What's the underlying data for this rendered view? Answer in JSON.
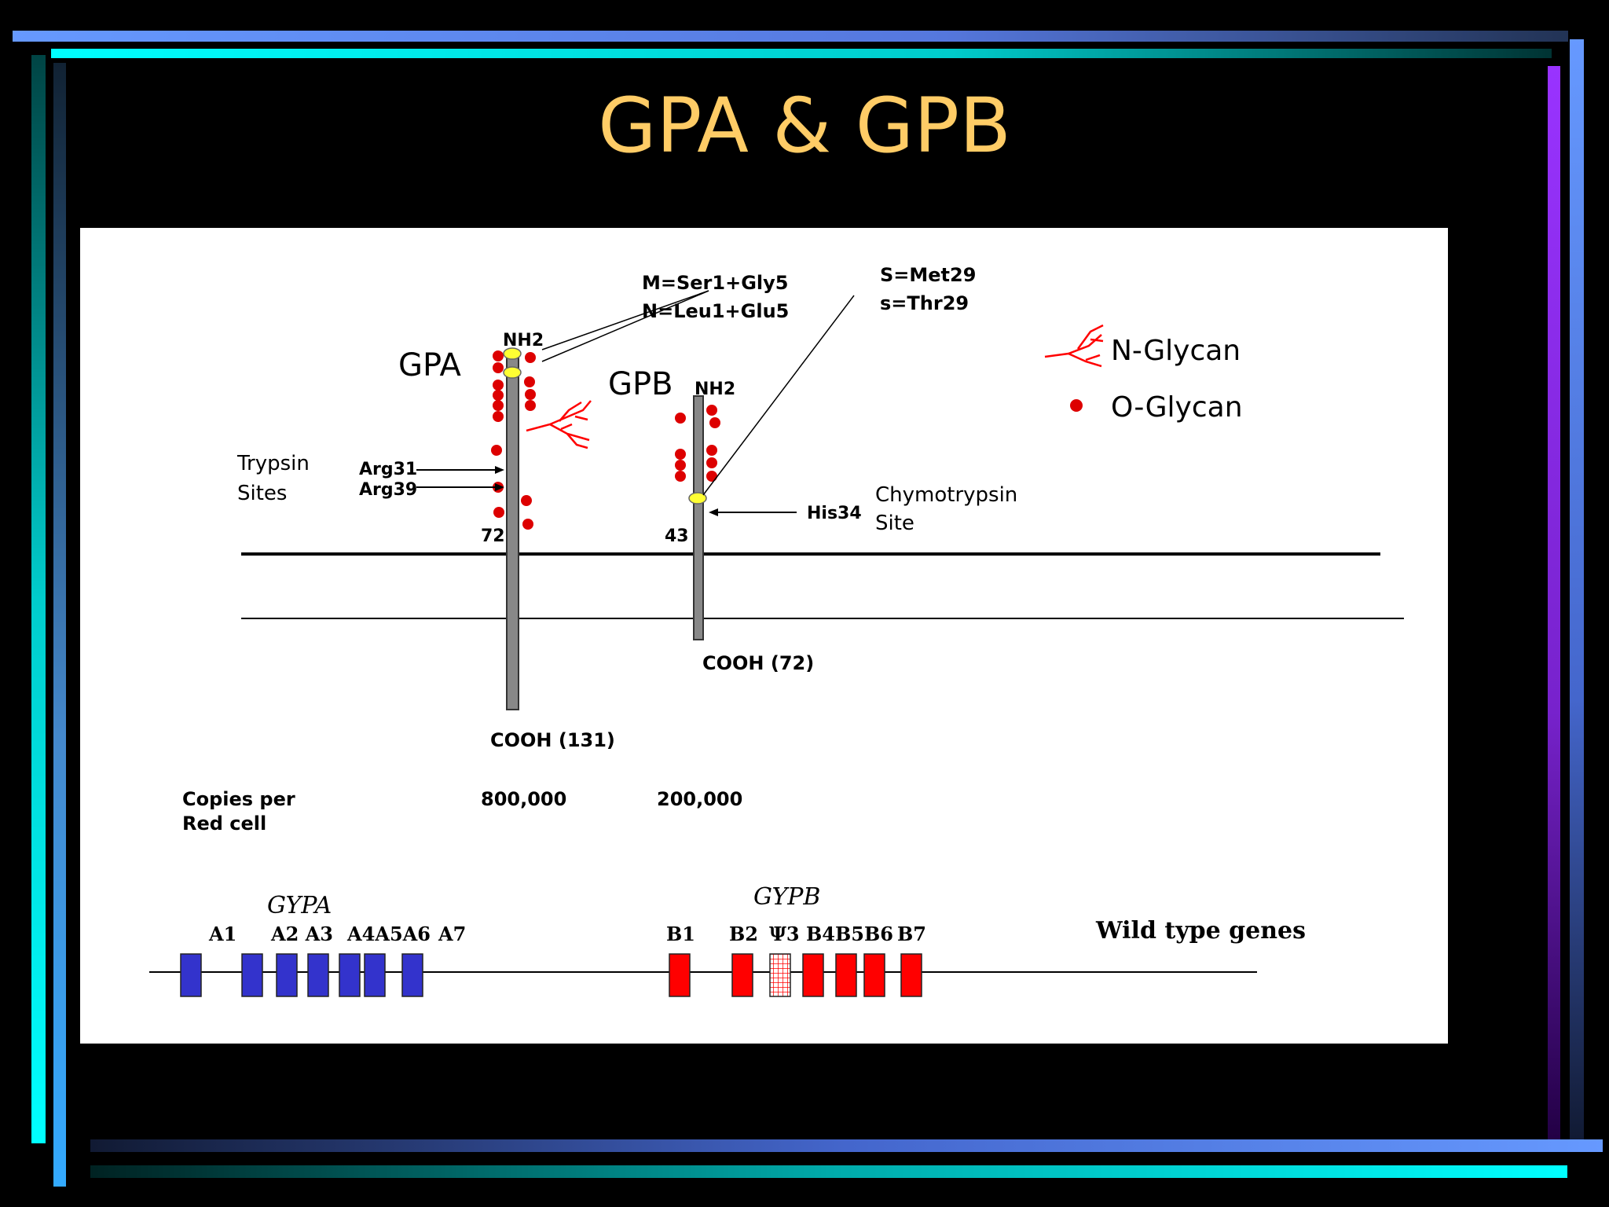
{
  "slide": {
    "title": "GPA & GPB",
    "frame_colors": {
      "blue_bar": "#6699ff",
      "cyan_bar": "#00ffff",
      "purple_bar": "#9933ff"
    }
  },
  "diagram": {
    "proteins": [
      {
        "name": "GPA",
        "n_term": "NH2",
        "c_term": "COOH (131)",
        "membrane_residue": "72",
        "copies": "800,000"
      },
      {
        "name": "GPB",
        "n_term": "NH2",
        "c_term": "COOH (72)",
        "membrane_residue": "43",
        "copies": "200,000"
      }
    ],
    "annotations": {
      "mn_line1": "M=Ser1+Gly5",
      "mn_line2": "N=Leu1+Glu5",
      "ss_line1": "S=Met29",
      "ss_line2": "s=Thr29",
      "trypsin_line1": "Trypsin",
      "trypsin_line2": "Sites",
      "arg31": "Arg31",
      "arg39": "Arg39",
      "his34": "His34",
      "chymo_line1": "Chymotrypsin",
      "chymo_line2": "Site",
      "copies_line1": "Copies per",
      "copies_line2": "Red cell"
    },
    "legend": {
      "n_glycan": "N-Glycan",
      "o_glycan": "O-Glycan",
      "n_glycan_color": "#ff0000",
      "o_glycan_color": "#dd0000",
      "site_color": "#ffff33"
    },
    "genes": {
      "gypa_label": "GYPA",
      "gypb_label": "GYPB",
      "wild_type_label": "Wild type genes",
      "gypa_color": "#3333cc",
      "gypb_color": "#ff0000",
      "gypa_exons": [
        "A1",
        "A2",
        "A3",
        "A4",
        "A5",
        "A6",
        "A7"
      ],
      "gypb_exons": [
        "B1",
        "B2",
        "Ψ3",
        "B4",
        "B5",
        "B6",
        "B7"
      ],
      "gypa_exon_labels": [
        "A1",
        "A2 A3",
        "A4A5A6",
        "A7"
      ],
      "gypb_exon_labels": [
        "B1",
        "B2",
        "Ψ3",
        "B4B5B6",
        "B7"
      ]
    }
  }
}
